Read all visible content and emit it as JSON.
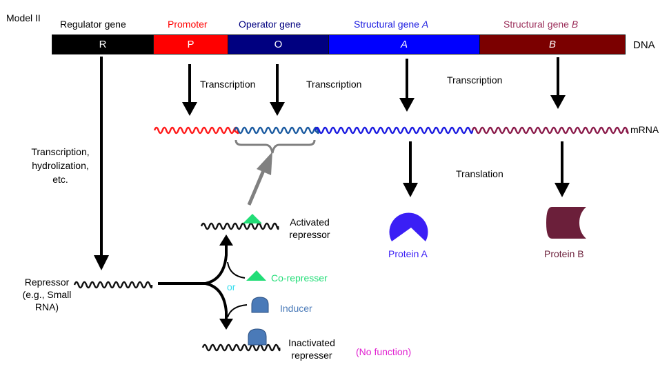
{
  "model_label": "Model II",
  "dna": {
    "label": "DNA",
    "genes": [
      {
        "id": "regulator",
        "heading": "Regulator gene",
        "symbol": "R",
        "color": "#000000",
        "heading_color": "#000000"
      },
      {
        "id": "promoter",
        "heading": "Promoter",
        "symbol": "P",
        "color": "#ff0000",
        "heading_color": "#ff0000"
      },
      {
        "id": "operator",
        "heading": "Operator gene",
        "symbol": "O",
        "color": "#000080",
        "heading_color": "#000080"
      },
      {
        "id": "structural-a",
        "heading": "Structural gene ",
        "heading_italic": "A",
        "symbol": "A",
        "color": "#0000ff",
        "heading_color": "#1a1ae0"
      },
      {
        "id": "structural-b",
        "heading": "Structural gene ",
        "heading_italic": "B",
        "symbol": "B",
        "color": "#7b0000",
        "heading_color": "#9b2e5a"
      }
    ]
  },
  "mrna": {
    "label": "mRNA",
    "segments": [
      {
        "region": "promoter",
        "color": "#ff1a1a"
      },
      {
        "region": "operator",
        "color": "#1a5aa0"
      },
      {
        "region": "structural-a",
        "color": "#1a1ae0"
      },
      {
        "region": "structural-b",
        "color": "#8a1a4a"
      }
    ]
  },
  "process_labels": {
    "transcription_1": "Transcription",
    "transcription_2": "Transcription",
    "transcription_3": "Transcription",
    "translation": "Translation",
    "regulator_path": [
      "Transcription,",
      "hydrolization,",
      "etc."
    ]
  },
  "proteins": {
    "a": {
      "label": "Protein A",
      "color": "#3b1ff5"
    },
    "b": {
      "label": "Protein B",
      "color": "#6b1f3a"
    }
  },
  "repressor": {
    "label": [
      "Repressor",
      "(e.g., Small",
      "RNA)"
    ],
    "or_label": "or",
    "or_color": "#33ddee",
    "co_repressor": {
      "label": "Co-represser",
      "color": "#22dd77"
    },
    "inducer": {
      "label": "Inducer",
      "color": "#4a7ab8"
    },
    "activated": {
      "label": [
        "Activated",
        "repressor"
      ]
    },
    "inactivated": {
      "label": [
        "Inactivated",
        "represser"
      ]
    },
    "no_function": {
      "label": "(No function)",
      "color": "#e020d0"
    }
  },
  "colors": {
    "arrow": "#000000",
    "operator_binding_arrow": "#808080",
    "brace": "#808080"
  }
}
